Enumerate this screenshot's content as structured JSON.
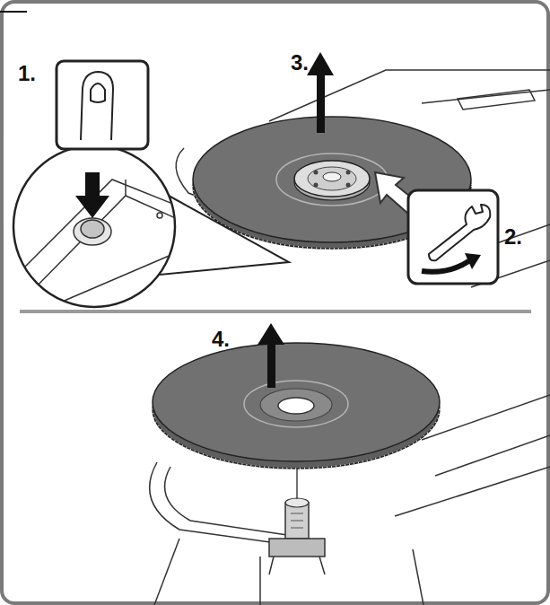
{
  "diagram": {
    "labels": [
      "1.",
      "3.",
      "2.",
      "4."
    ]
  }
}
